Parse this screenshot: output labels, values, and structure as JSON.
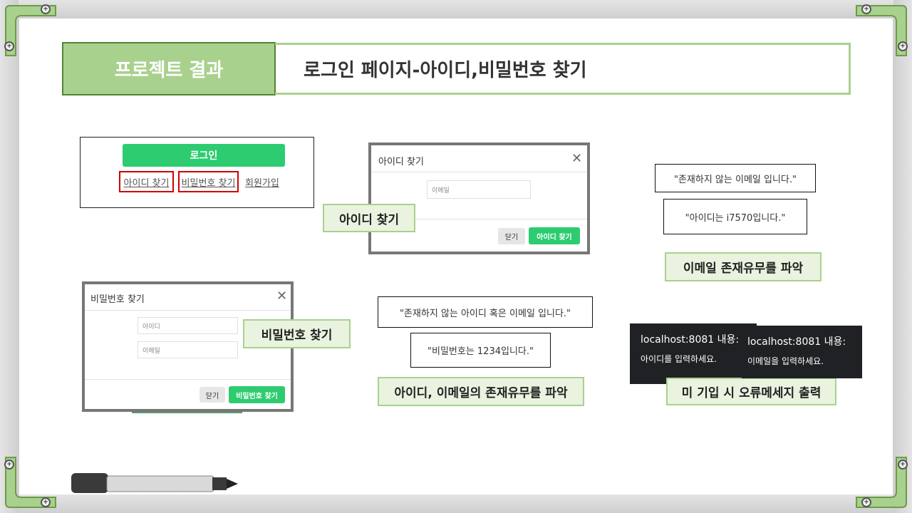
{
  "header": {
    "section_label": "프로젝트 결과",
    "title": "로그인 페이지-아이디,비밀번호 찾기"
  },
  "login_form": {
    "login_button": "로그인",
    "find_id_link": "아이디 찾기",
    "find_password_link": "비밀번호 찾기",
    "signup_link": "회원가입"
  },
  "find_id_modal": {
    "title": "아이디 찾기",
    "close_icon": "close-icon",
    "email_placeholder": "이메일",
    "close_button": "닫기",
    "submit_button": "아이디 찾기"
  },
  "find_password_modal": {
    "title": "비밀번호 찾기",
    "close_icon": "close-icon",
    "id_placeholder": "아이디",
    "email_placeholder": "이메일",
    "close_button": "닫기",
    "submit_button": "비밀번호 찾기"
  },
  "callouts": {
    "find_id": "아이디 찾기",
    "find_password": "비밀번호 찾기",
    "email_check": "이메일 존재유무를 파악",
    "id_email_check": "아이디, 이메일의 존재유무를 파악",
    "error_message": "미 기입 시 오류메세지 출력"
  },
  "messages": {
    "email_not_exist": "\"존재하지 않는 이메일 입니다.\"",
    "id_result": "\"아이디는 i7570입니다.\"",
    "id_email_not_exist": "\"존재하지 않는 아이디 혹은 이메일 입니다.\"",
    "password_result": "\"비밀번호는 1234입니다.\""
  },
  "alerts": [
    {
      "title": "localhost:8081 내용:",
      "body": "아이디를 입력하세요."
    },
    {
      "title": "localhost:8081 내용:",
      "body": "이메일을 입력하세요."
    }
  ],
  "colors": {
    "accent_green": "#a9d18e",
    "dark_green": "#548235",
    "button_green": "#2ecc71",
    "highlight_red": "#d00000"
  }
}
